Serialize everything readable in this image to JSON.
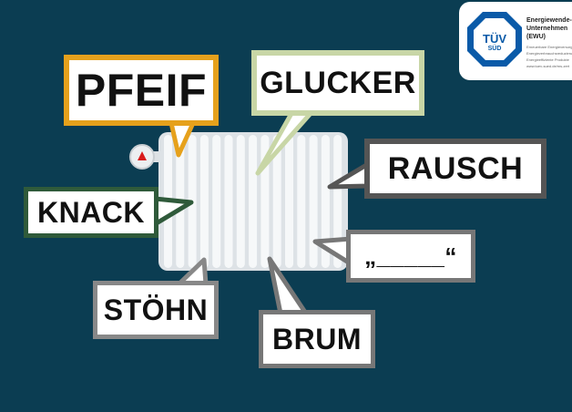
{
  "bubbles": {
    "pfeif": "PFEIF",
    "glucker": "GLUCKER",
    "rausch": "RAUSCH",
    "knack": "KNACK",
    "dash": "„_____“",
    "stoehn": "STÖHN",
    "brum": "BRUM"
  },
  "badge": {
    "logo_text": "TÜV",
    "logo_sub": "SÜD",
    "title_line1": "Energiewende-",
    "title_line2": "Unternehmen",
    "title_line3": "(EWU)",
    "small_lines": [
      "Erneuerbare Energieversorgung",
      "Energieverbrauchsreduzierung",
      "Energieeffiziente Produkte",
      "www.tuev-sued.de/ms-zert"
    ]
  },
  "colors": {
    "background": "#0b3d52",
    "pfeif_border": "#e6a11c",
    "glucker_border": "#c8d6a6",
    "knack_border": "#2f5a3a",
    "tuv_blue": "#0a5aa8"
  },
  "icons": [
    "radiator-icon",
    "thermostat-valve-icon",
    "tuv-sud-logo-icon"
  ]
}
